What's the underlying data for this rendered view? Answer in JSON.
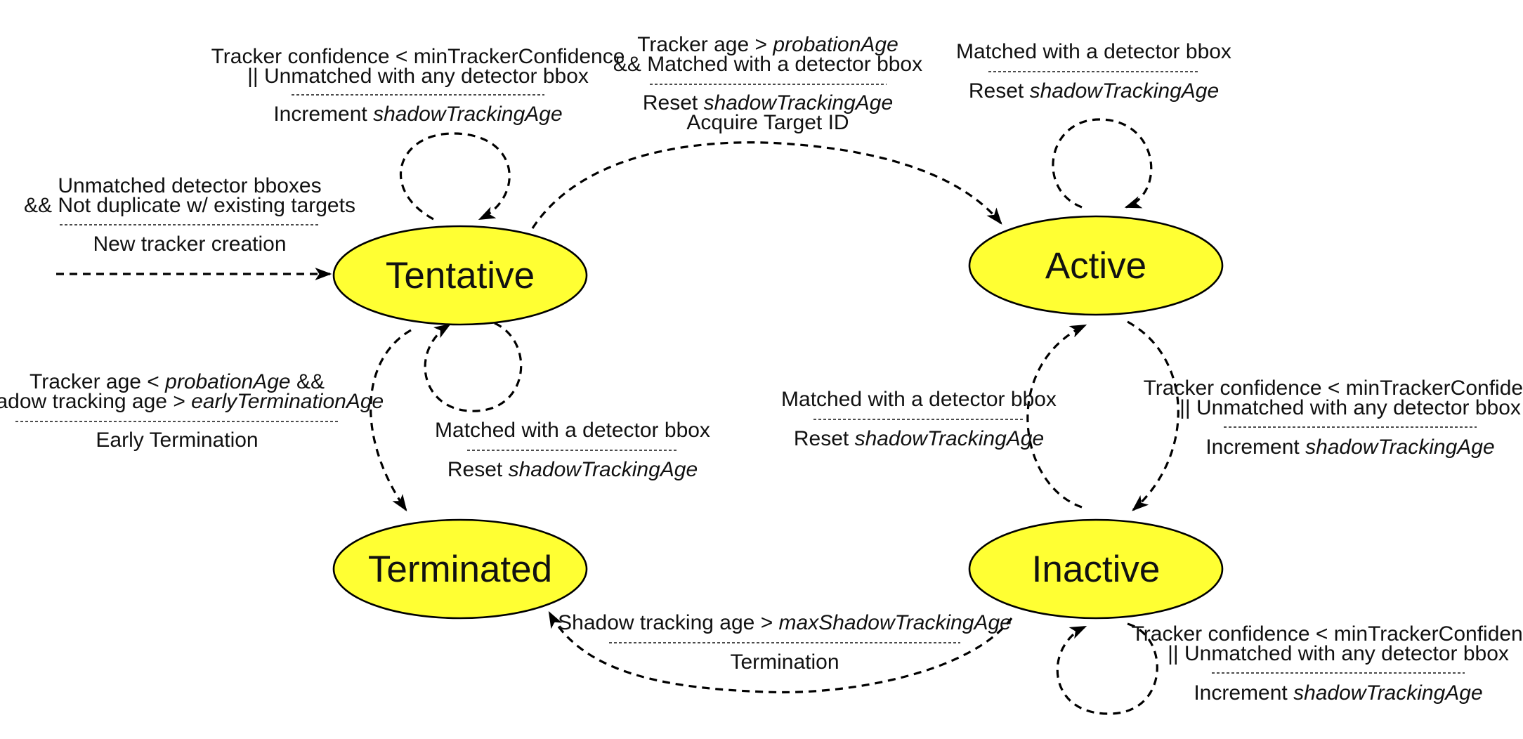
{
  "states": {
    "tentative": "Tentative",
    "active": "Active",
    "terminated": "Terminated",
    "inactive": "Inactive"
  },
  "colors": {
    "state_fill": "#ffff33",
    "stroke": "#000000",
    "text": "#111111"
  },
  "transitions": {
    "tentative_self_top": {
      "condition": [
        "Tracker confidence < minTrackerConfidence",
        "|| Unmatched with any detector bbox"
      ],
      "action": {
        "prefix": "Increment ",
        "emph": "shadowTrackingAge"
      }
    },
    "new_tracker": {
      "condition": [
        "Unmatched detector bboxes",
        "&& Not duplicate w/ existing targets"
      ],
      "action": "New tracker creation"
    },
    "tentative_to_active": {
      "condition_1": {
        "prefix": "Tracker age > ",
        "emph": "probationAge"
      },
      "condition_2": "&& Matched with a detector bbox",
      "action_1": {
        "prefix": "Reset ",
        "emph": "shadowTrackingAge"
      },
      "action_2": "Acquire Target ID"
    },
    "active_self": {
      "condition": "Matched with a detector bbox",
      "action": {
        "prefix": "Reset ",
        "emph": "shadowTrackingAge"
      }
    },
    "tentative_to_terminated": {
      "condition_1": {
        "prefix": "Tracker age <  ",
        "emph": "probationAge",
        "suffix": " &&"
      },
      "condition_2": {
        "prefix": "Shadow tracking age > ",
        "emph": "earlyTerminationAge"
      },
      "action": "Early Termination"
    },
    "tentative_self_bottom": {
      "condition": "Matched with a detector bbox",
      "action": {
        "prefix": "Reset ",
        "emph": "shadowTrackingAge"
      }
    },
    "inactive_to_active": {
      "condition": "Matched with a detector bbox",
      "action": {
        "prefix": "Reset ",
        "emph": "shadowTrackingAge"
      }
    },
    "active_to_inactive": {
      "condition": [
        "Tracker confidence < minTrackerConfidence",
        "|| Unmatched with any detector bbox"
      ],
      "action": {
        "prefix": "Increment ",
        "emph": "shadowTrackingAge"
      }
    },
    "inactive_to_terminated": {
      "condition": {
        "prefix": "Shadow tracking age > ",
        "emph": "maxShadowTrackingAge"
      },
      "action": "Termination"
    },
    "inactive_self": {
      "condition": [
        "Tracker confidence < minTrackerConfidence",
        "|| Unmatched with any detector bbox"
      ],
      "action": {
        "prefix": "Increment ",
        "emph": "shadowTrackingAge"
      }
    }
  }
}
